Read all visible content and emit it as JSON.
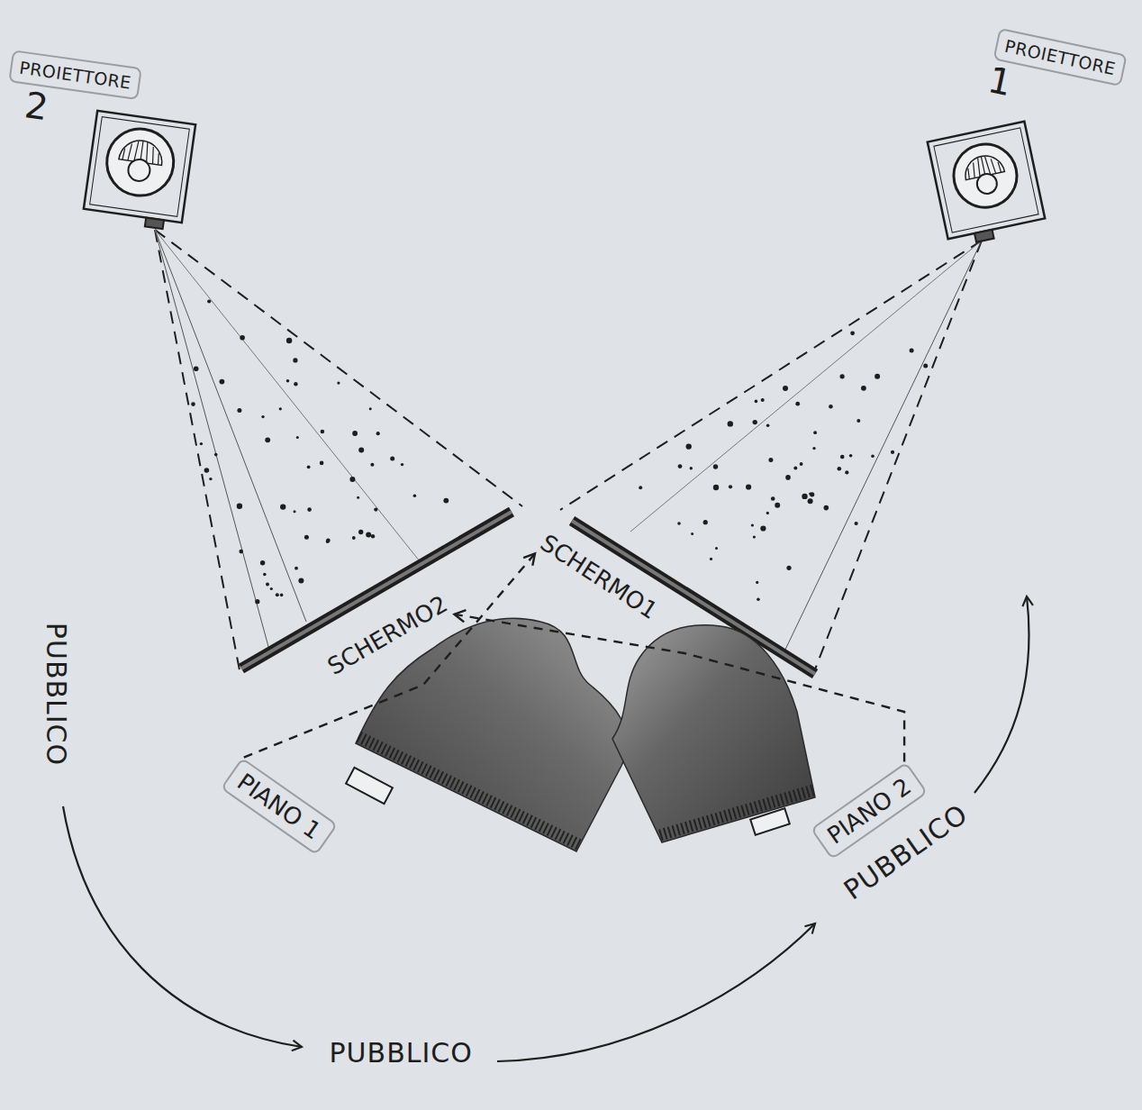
{
  "diagram": {
    "nodes": [
      {
        "text": [
          "PROIETTORE",
          "2"
        ]
      },
      {
        "text": [
          "PROIETTORE",
          "1"
        ]
      },
      {
        "text": [
          "SCHERMO2"
        ]
      },
      {
        "text": [
          "SCHERMO1"
        ]
      },
      {
        "text": [
          "PIANO 1"
        ]
      },
      {
        "text": [
          "PIANO 2"
        ]
      }
    ],
    "edges": [
      {
        "from": 4,
        "to": 3,
        "arrow": "to"
      },
      {
        "from": 5,
        "to": 2,
        "arrow": "to"
      }
    ],
    "labels": [
      "PUBBLICO",
      "PUBBLICO",
      "PUBBLICO"
    ]
  }
}
